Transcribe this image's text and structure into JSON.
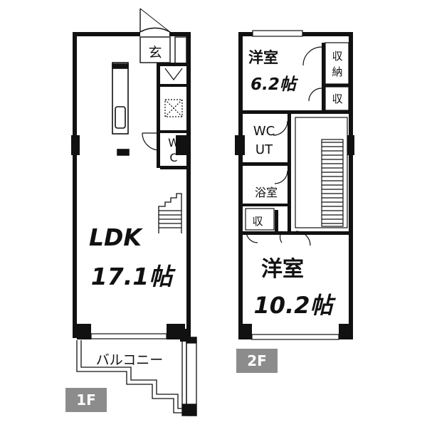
{
  "floors": {
    "f1": {
      "badge": "1F",
      "rooms": {
        "genkan": "玄",
        "wc": [
          "W",
          "C"
        ],
        "ldk_name": "LDK",
        "ldk_size": "17.1帖",
        "balcony": "バルコニー"
      }
    },
    "f2": {
      "badge": "2F",
      "rooms": {
        "youshitsu_a_name": "洋室",
        "youshitsu_a_size": "6.2帖",
        "shuno": [
          "収",
          "納"
        ],
        "shu": "収",
        "wc": "WC",
        "ut": "UT",
        "yokushitsu": "浴室",
        "shu2": "収",
        "youshitsu_b_name": "洋室",
        "youshitsu_b_size": "10.2帖"
      }
    }
  },
  "colors": {
    "wall": "#111111",
    "badge_bg": "#8c8c8c",
    "badge_text": "#ffffff",
    "line": "#222222"
  }
}
